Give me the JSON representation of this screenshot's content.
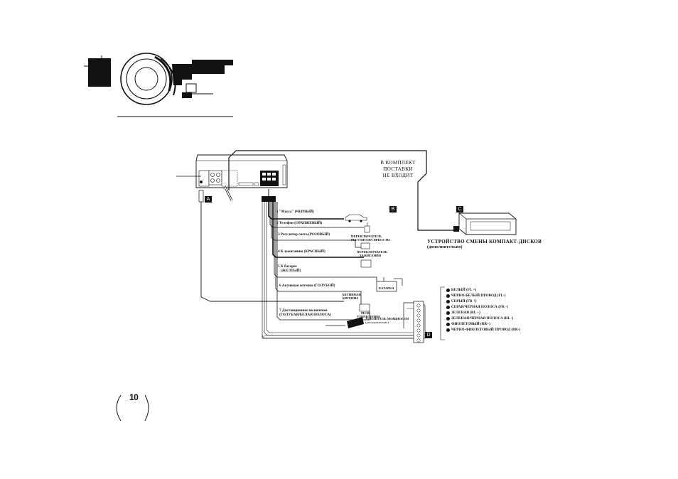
{
  "wires": [
    {
      "label": "1 \"Масса\" (ЧЕРНЫЙ)"
    },
    {
      "label": "2 Телефон (ОРАНЖЕВЫЙ)"
    },
    {
      "label": "3 Регулятор света (РОЗОВЫЙ)"
    },
    {
      "label": "4 К зажиганию (КРАСНЫЙ)"
    },
    {
      "label_line1": "5 К батарее",
      "label_line2": "(ЖЕЛТЫЙ)"
    },
    {
      "label": "6 Активная антенна (ГОЛУБОЙ)"
    },
    {
      "label_line1": "7 Дистанционное включение",
      "label_line2": "(ГОЛУБАЯ/БЕЛАЯ ПОЛОСА)"
    }
  ],
  "components": {
    "light_switch": "ПЕРЕКЛЮЧАТЕЛЬ РЕГУЛЯТОРА ЯРКОСТИ",
    "ignition_switch_line1": "ПЕРЕКЛЮЧАТЕЛЬ",
    "ignition_switch_line2": "ЗАЖИГАНИЯ",
    "battery": "БАТАРЕЯ",
    "active_antenna_line1": "АКТИВНАЯ",
    "active_antenna_line2": "АНТЕННА",
    "relay_line1": "РЕЛЕ",
    "relay_line2": "УПРАВЛЕНИЯ",
    "amplifier_line1": "УСИЛИТЕЛЬ МОЩНОСТИ",
    "amplifier_line2": "(дополнительно)"
  },
  "not_included_line1": "В КОМПЛЕКТ",
  "not_included_line2": "ПОСТАВКИ",
  "not_included_line3": "НЕ ВХОДИТ",
  "cd_changer_line1": "УСТРОЙСТВО СМЕНЫ КОМПАКТ-ДИСКОВ",
  "cd_changer_line2": "(дополнительно)",
  "section_letters": {
    "a": "A",
    "b": "B",
    "c": "C",
    "d": "D"
  },
  "speaker_wires": [
    "БЕЛЫЙ (FL +)",
    "ЧЕРНО-БЕЛЫЙ ПРОВОД (FL-)",
    "СЕРЫЙ (FR +)",
    "СЕРАЯ/ЧЕРНАЯ ПОЛОСА (FR -)",
    "ЗЕЛЕНАЯ (RL +)",
    "ЗЕЛЕНАЯ/ЧЕРНАЯ ПОЛОСА (RL -)",
    "ФИОЛЕТОВЫЙ (RR+)",
    "ЧЕРНО-ФИОЛЕТОВЫЙ ПРОВОД (RR-)"
  ],
  "page_number": "10"
}
